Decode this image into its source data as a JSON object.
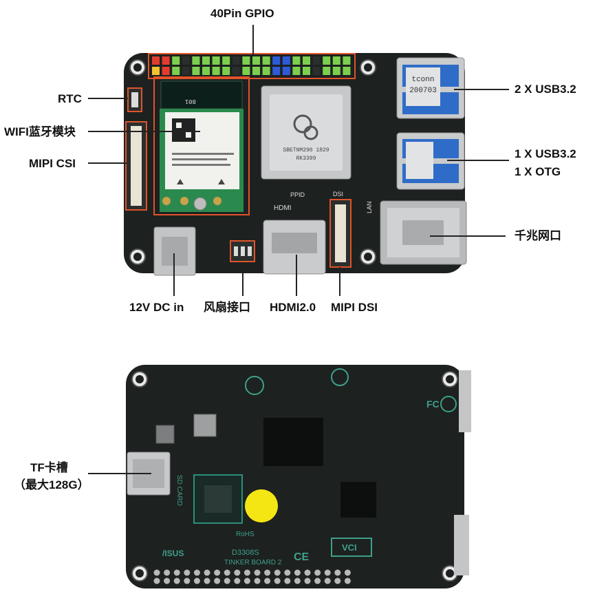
{
  "labels": {
    "gpio": "40Pin GPIO",
    "rtc": "RTC",
    "wifi": "WIFI蓝牙模块",
    "mipi_csi": "MIPI CSI",
    "usb32_dual": "2 X USB3.2",
    "usb32_single": "1 X USB3.2",
    "otg": "1 X OTG",
    "lan": "千兆网口",
    "dc_in": "12V DC in",
    "fan": "风扇接口",
    "hdmi": "HDMI2.0",
    "mipi_dsi": "MIPI DSI",
    "tf_slot": "TF卡槽",
    "tf_max": "（最大128G）"
  },
  "silkscreen": {
    "soc_line1": "SBETNM290 1829",
    "soc_line2": "RK3399",
    "hdmi": "HDMI",
    "dsi": "DSI",
    "ppid": "PPID",
    "lan": "LAN",
    "usb_brand": "tconn",
    "usb_code": "200703",
    "wifi_code": "801",
    "sd_card": "SD CARD",
    "board_name": "TINKER BOARD 2",
    "rohs": "RoHS",
    "board_id": "D3308S",
    "ce": "CE",
    "vci": "VCI",
    "fc": "FC",
    "asus": "/ISUS"
  },
  "colors": {
    "board": "#1d2120",
    "highlight": "#e0542a",
    "gpio_green": "#7ccf4e",
    "gpio_yellow": "#f2c230",
    "gpio_red": "#e43b2f",
    "gpio_blue": "#2d5bd8",
    "metal": "#c9cbcc",
    "usb_blue": "#2f6cc8",
    "yellow_dot": "#f4e613"
  }
}
